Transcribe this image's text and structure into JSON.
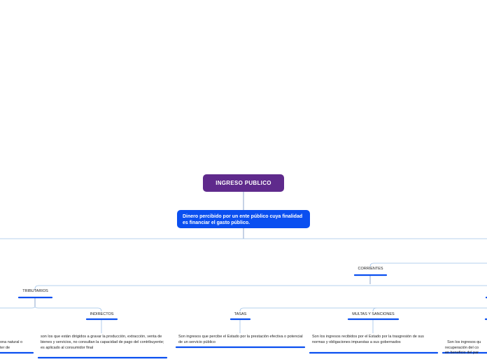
{
  "root": {
    "title": "INGRESO PUBLICO"
  },
  "definition": {
    "text": "Dinero percibido por un ente público cuya finalidad es financiar el gasto público."
  },
  "branches": {
    "corrientes": {
      "label": "CORRIENTES"
    },
    "tributarios": {
      "label": "TRIBUTARIOS"
    },
    "indirectos": {
      "label": "INDIRECTOS"
    },
    "tasas": {
      "label": "TASAS"
    },
    "multas": {
      "label": "MULTAS Y SANCIONES"
    }
  },
  "descriptions": {
    "directos_partial": "ona natural o\nter de",
    "indirectos": "son los que están dirigidos a gravar la producción, extracción, venta de bienes y servicios, no consultan la capacidad de pago del contribuyente;  es aplicado al consumidor final",
    "tasas": "Son ingresos que percibe el Estado por la prestación efectiva o potencial de un servicio público",
    "multas": "Son los ingresos recibidos por el Estado por la trasgresión de sus normas y obligaciones impuestas a sus gobernados",
    "contribuciones_partial": "Son los ingresos qu\nrecuperación del co\nen beneficio del par"
  },
  "colors": {
    "root": "#5f2a8c",
    "definition": "#0a4ff0",
    "underline": "#0a4ff0",
    "connector": "#9fc2e8",
    "trunk": "#6f8fbf"
  }
}
